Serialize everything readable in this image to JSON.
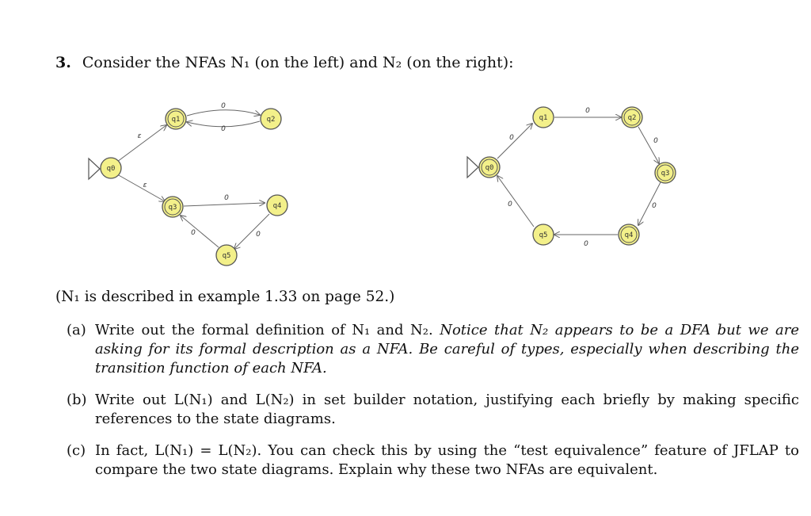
{
  "problem": {
    "number": "3.",
    "intro": "Consider the NFAs N₁ (on the left) and N₂ (on the right):"
  },
  "diagram_left": {
    "states": [
      "q0",
      "q1",
      "q2",
      "q3",
      "q4",
      "q5"
    ],
    "edge_labels": {
      "q0_q1": "ε",
      "q0_q3": "ε",
      "q1_q2": "0",
      "q2_q1": "0",
      "q3_q4": "0",
      "q4_q5": "0",
      "q5_q3": "0"
    }
  },
  "diagram_right": {
    "states": [
      "q0",
      "q1",
      "q2",
      "q3",
      "q4",
      "q5"
    ],
    "edge_labels": {
      "q0_q1": "0",
      "q1_q2": "0",
      "q2_q3": "0",
      "q3_q4": "0",
      "q4_q5": "0",
      "q5_q0": "0"
    }
  },
  "note": "(N₁ is described in example 1.33 on page 52.)",
  "parts": [
    {
      "label": "(a)",
      "text": "Write out the formal definition of N₁ and N₂.",
      "italic": "Notice that N₂ appears to be a DFA but we are asking for its formal description as a NFA. Be careful of types, especially when describing the transition function of each NFA."
    },
    {
      "label": "(b)",
      "text": "Write out L(N₁) and L(N₂) in set builder notation, justifying each briefly by making specific references to the state diagrams.",
      "italic": ""
    },
    {
      "label": "(c)",
      "text": "In fact, L(N₁) = L(N₂). You can check this by using the “test equivalence” feature of JFLAP to compare the two state diagrams. Explain why these two NFAs are equivalent.",
      "italic": ""
    }
  ]
}
